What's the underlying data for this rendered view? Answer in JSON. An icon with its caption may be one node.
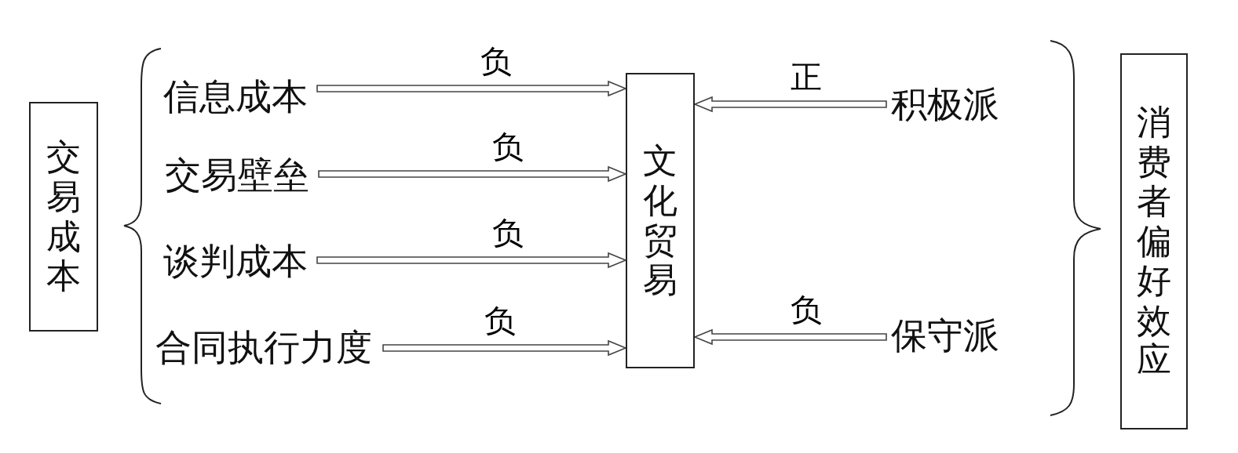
{
  "diagram": {
    "nodes": [
      {
        "text": [
          "交易成本"
        ]
      },
      {
        "text": [
          "信息成本"
        ]
      },
      {
        "text": [
          "交易壁垒"
        ]
      },
      {
        "text": [
          "谈判成本"
        ]
      },
      {
        "text": [
          "合同执行力度"
        ]
      },
      {
        "text": [
          "文化贸易"
        ]
      },
      {
        "text": [
          "积极派"
        ]
      },
      {
        "text": [
          "保守派"
        ]
      },
      {
        "text": [
          "消费者偏好效应"
        ]
      }
    ],
    "edges": [
      {
        "from": 1,
        "to": 5,
        "arrow": "to",
        "label": "负"
      },
      {
        "from": 2,
        "to": 5,
        "arrow": "to",
        "label": "负"
      },
      {
        "from": 3,
        "to": 5,
        "arrow": "to",
        "label": "负"
      },
      {
        "from": 4,
        "to": 5,
        "arrow": "to",
        "label": "负"
      },
      {
        "from": 6,
        "to": 5,
        "arrow": "to",
        "label": "正"
      },
      {
        "from": 7,
        "to": 5,
        "arrow": "to",
        "label": "负"
      }
    ]
  }
}
